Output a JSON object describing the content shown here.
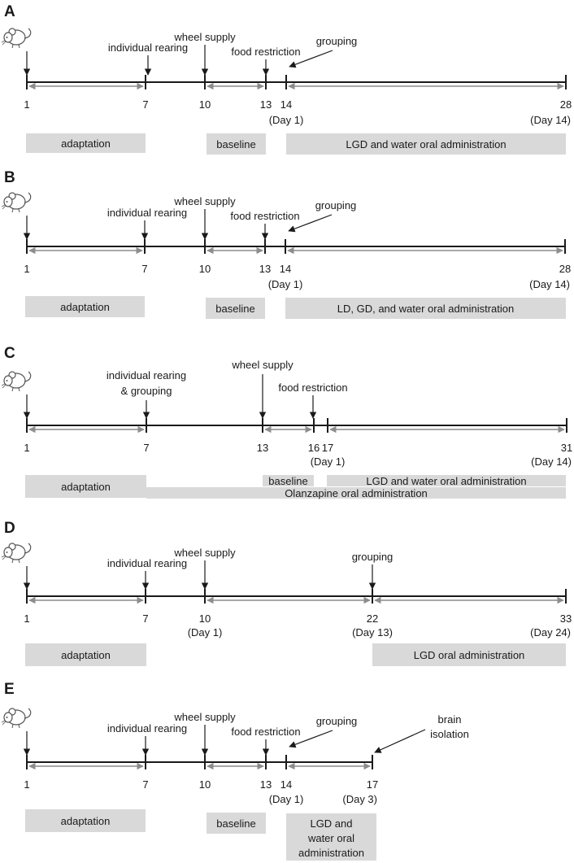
{
  "panels": [
    {
      "letter": "A",
      "ticks": [
        {
          "day": "1",
          "sub": ""
        },
        {
          "day": "7",
          "sub": ""
        },
        {
          "day": "10",
          "sub": ""
        },
        {
          "day": "13",
          "sub": ""
        },
        {
          "day": "14",
          "sub": "(Day 1)"
        },
        {
          "day": "28",
          "sub": "(Day 14)"
        }
      ],
      "events": [
        "individual rearing",
        "wheel supply",
        "food restriction",
        "grouping"
      ],
      "boxes": [
        "adaptation",
        "baseline",
        "LGD and water oral administration"
      ]
    },
    {
      "letter": "B",
      "ticks": [
        {
          "day": "1",
          "sub": ""
        },
        {
          "day": "7",
          "sub": ""
        },
        {
          "day": "10",
          "sub": ""
        },
        {
          "day": "13",
          "sub": ""
        },
        {
          "day": "14",
          "sub": "(Day 1)"
        },
        {
          "day": "28",
          "sub": "(Day 14)"
        }
      ],
      "events": [
        "individual rearing",
        "wheel supply",
        "food restriction",
        "grouping"
      ],
      "boxes": [
        "adaptation",
        "baseline",
        "LD, GD, and water oral administration"
      ]
    },
    {
      "letter": "C",
      "ticks": [
        {
          "day": "1",
          "sub": ""
        },
        {
          "day": "7",
          "sub": ""
        },
        {
          "day": "13",
          "sub": ""
        },
        {
          "day": "16",
          "sub": ""
        },
        {
          "day": "17",
          "sub": "(Day 1)"
        },
        {
          "day": "31",
          "sub": "(Day 14)"
        }
      ],
      "events": [
        "individual rearing",
        "& grouping",
        "wheel supply",
        "food restriction"
      ],
      "boxes": [
        "adaptation",
        "baseline",
        "LGD and water oral administration",
        "Olanzapine oral administration"
      ]
    },
    {
      "letter": "D",
      "ticks": [
        {
          "day": "1",
          "sub": ""
        },
        {
          "day": "7",
          "sub": ""
        },
        {
          "day": "10",
          "sub": "(Day 1)"
        },
        {
          "day": "22",
          "sub": "(Day 13)"
        },
        {
          "day": "33",
          "sub": "(Day 24)"
        }
      ],
      "events": [
        "individual rearing",
        "wheel supply",
        "grouping"
      ],
      "boxes": [
        "adaptation",
        "LGD oral administration"
      ]
    },
    {
      "letter": "E",
      "ticks": [
        {
          "day": "1",
          "sub": ""
        },
        {
          "day": "7",
          "sub": ""
        },
        {
          "day": "10",
          "sub": ""
        },
        {
          "day": "13",
          "sub": ""
        },
        {
          "day": "14",
          "sub": "(Day 1)"
        },
        {
          "day": "17",
          "sub": "(Day 3)"
        }
      ],
      "events": [
        "individual rearing",
        "wheel supply",
        "food restriction",
        "grouping",
        "brain",
        "isolation"
      ],
      "boxes": [
        "adaptation",
        "baseline",
        "LGD and",
        "water oral",
        "administration"
      ]
    }
  ],
  "colors": {
    "line": "#1a1a1a",
    "span_arrow": "#8c8c8c",
    "box_fill": "#d9d9d9",
    "mouse": "#555555"
  },
  "icons": [
    "mouse-icon"
  ]
}
